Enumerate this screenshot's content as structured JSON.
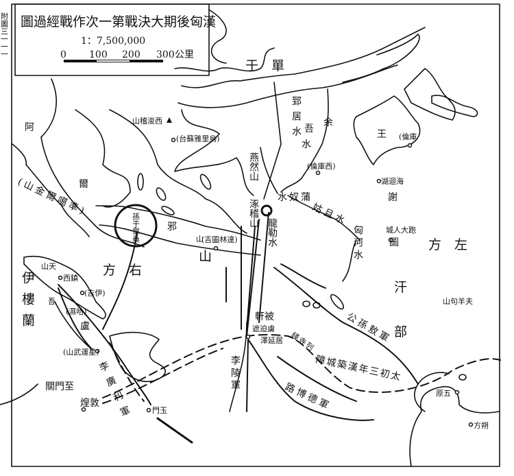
{
  "side_label": "附圖三一一一",
  "legend": {
    "title": "圖過經戰作次一第戰決大期後匈漢",
    "scale": "1：7,500,000",
    "ticks": [
      "0",
      "100",
      "200",
      "300"
    ],
    "unit": "公里"
  },
  "regions": {
    "chanyu": "于　單",
    "zuo_fang": "方　左",
    "you_fang": "方　右",
    "xietu": "謝",
    "xietu2": "圖",
    "han_bu_1": "汗",
    "han_bu_2": "部",
    "wang": "王",
    "aer_1": "阿",
    "aer_2": "爾",
    "loulan": "伊樓蘭",
    "circle": "孫于單桑"
  },
  "rivers": {
    "zhiju": "郅居水",
    "yuwu_1": "余",
    "yuwu_2": "吾",
    "yuwu_3": "水",
    "punu": "水奴蒲",
    "guqie": "姑且水",
    "longle": "龍勒水",
    "xionghe": "匈河水"
  },
  "places": {
    "xishan": "山稽浚西",
    "uliastai": "(台蘇雅里烏)",
    "yanran": "燕然山",
    "xikulun": "(倫庫西)",
    "kulun": "(倫庫",
    "zhuoxie": "涿稽山",
    "datulin": "(吉圖林達)",
    "xie": "邪",
    "shan1": "山",
    "shan2": "山",
    "jinshan": "(山金爾噶準)",
    "haihu": "湖迴海",
    "darencheng": "城人大跑",
    "fuyang": "山句羊夫",
    "tianshan": "山天",
    "xizhen": "西鎮",
    "jiyi": "(吉伊)",
    "wu": "吾",
    "hami": "(濕哈)",
    "lu": "盧",
    "xingxing": "(山武運星)",
    "yumen_guan": "關門至",
    "dunhuang": "煌敦",
    "yumen": "門玉",
    "juyan_1": "軒被",
    "juyan_2": "遮迫虜",
    "juyan_3": "澤延居",
    "lie": "綫寺列",
    "taichu": "障城築漢年三初太",
    "wuyuan": "原五",
    "shuofang": "方朔"
  },
  "armies": {
    "ligangli": "李廣利軍",
    "liling": "李陵軍",
    "gongsunao": "公孫敖軍",
    "lubode": "路博德軍"
  }
}
